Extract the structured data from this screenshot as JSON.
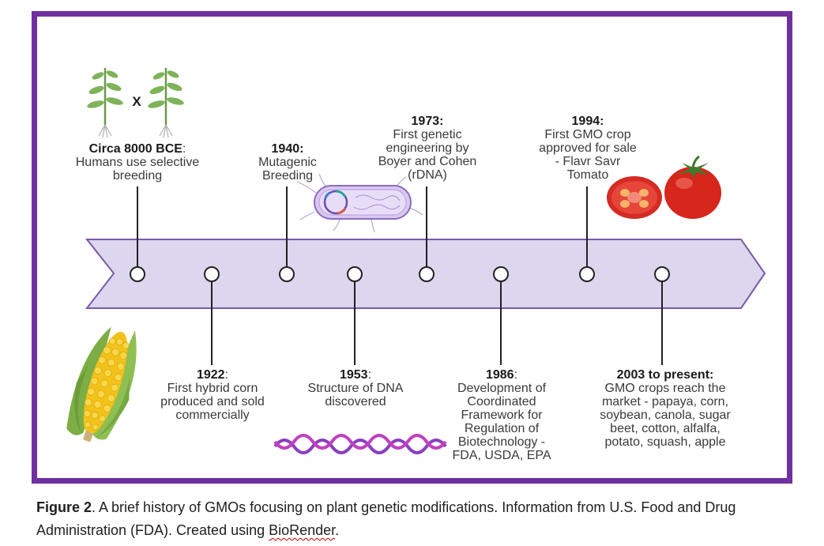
{
  "events": [
    {
      "id": "bce8000",
      "year": "Circa 8000 BCE",
      "year_suffix": ":",
      "text": "Humans use selective breeding",
      "lines": [
        "Humans use selective",
        "breeding"
      ],
      "position": "above"
    },
    {
      "id": "y1922",
      "year": "1922",
      "year_suffix": ":",
      "text": "First hybrid corn produced and sold commercially",
      "lines": [
        "First hybrid corn",
        "produced and sold",
        "commercially"
      ],
      "position": "below"
    },
    {
      "id": "y1940",
      "year": "1940:",
      "year_suffix": "",
      "text": "Mutagenic Breeding",
      "lines": [
        "Mutagenic",
        "Breeding"
      ],
      "position": "above"
    },
    {
      "id": "y1953",
      "year": "1953",
      "year_suffix": ":",
      "text": "Structure of DNA discovered",
      "lines": [
        "Structure of DNA",
        "discovered"
      ],
      "position": "below"
    },
    {
      "id": "y1973",
      "year": "1973:",
      "year_suffix": "",
      "text": "First genetic engineering by Boyer and Cohen (rDNA)",
      "lines": [
        "First genetic",
        "engineering by",
        "Boyer and Cohen",
        "(rDNA)"
      ],
      "position": "above"
    },
    {
      "id": "y1986",
      "year": "1986",
      "year_suffix": ":",
      "text": "Development of Coordinated Framework for Regulation of Biotechnology - FDA, USDA, EPA",
      "lines": [
        "Development of",
        "Coordinated",
        "Framework for",
        "Regulation of",
        "Biotechnology -",
        "FDA, USDA, EPA"
      ],
      "position": "below"
    },
    {
      "id": "y1994",
      "year": "1994:",
      "year_suffix": "",
      "text": "First GMO crop approved for sale - Flavr Savr Tomato",
      "lines": [
        "First GMO crop",
        "approved for sale",
        "- Flavr Savr",
        "Tomato"
      ],
      "position": "above"
    },
    {
      "id": "y2003",
      "year": "2003 to present:",
      "year_suffix": "",
      "text": "GMO crops reach the market - papaya, corn, soybean, canola, sugar beet, cotton, alfalfa, potato, squash, apple",
      "lines": [
        "GMO crops reach the",
        "market - papaya, corn,",
        "soybean, canola, sugar",
        "beet, cotton, alfalfa,",
        "potato, squash, apple"
      ],
      "position": "below"
    }
  ],
  "icons": {
    "cross_symbol": "X",
    "plants": "plant-cross-icon",
    "bacterium": "bacterium-plasmid-icon",
    "dna": "dna-helix-icon",
    "corn": "corn-cob-icon",
    "tomato": "tomato-icon"
  },
  "colors": {
    "frame": "#7030a0",
    "arrow_fill": "#dcd6ee",
    "arrow_stroke": "#7a5aa8",
    "dna_purple": "#8a3fc0",
    "dna_pink": "#c040c0"
  },
  "caption": {
    "figure_label": "Figure 2",
    "text_before_link": ". A brief history of GMOs focusing on plant genetic modifications. Information from U.S. Food and Drug Administration (FDA). Created using ",
    "link_text": "BioRender",
    "text_after_link": "."
  }
}
